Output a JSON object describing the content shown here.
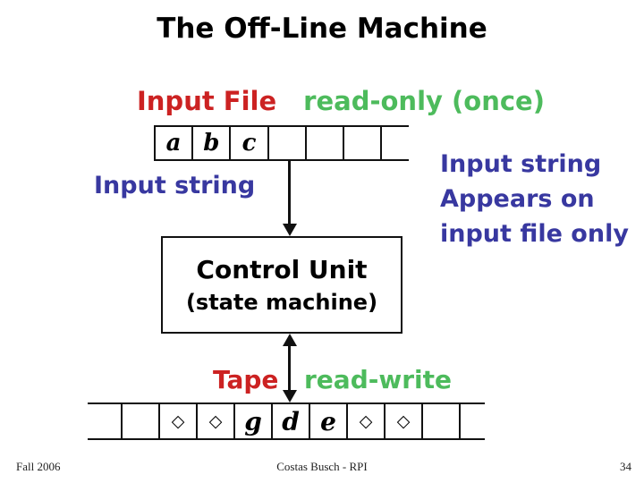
{
  "slide": {
    "title": "The Off-Line Machine",
    "header": {
      "input_file_label": "Input File",
      "read_only_label": "read-only (once)"
    },
    "input_file_tape": {
      "cells": [
        "a",
        "b",
        "c",
        "",
        "",
        "",
        ""
      ]
    },
    "input_string_label": "Input string",
    "side_note": {
      "line1": "Input string",
      "line2": "Appears on",
      "line3": "input file only"
    },
    "control_unit": {
      "title": "Control Unit",
      "subtitle": "(state machine)"
    },
    "tape_section": {
      "tape_label": "Tape",
      "read_write_label": "read-write"
    },
    "work_tape": {
      "cells": [
        "",
        "",
        "◇",
        "◇",
        "g",
        "d",
        "e",
        "◇",
        "◇",
        "",
        ""
      ]
    },
    "footer": {
      "semester": "Fall 2006",
      "author": "Costas Busch - RPI",
      "page_number": "34"
    },
    "colors": {
      "title_black": "#000000",
      "red": "#cc2222",
      "green": "#4dbb5c",
      "blue": "#3838a0"
    }
  }
}
